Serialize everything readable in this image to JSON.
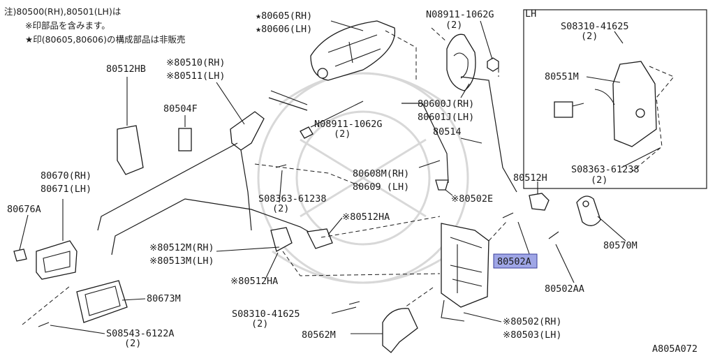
{
  "notes": {
    "line1": "注)80500(RH),80501(LH)は",
    "line2": "※印部品を含みます。",
    "line3": "★印(80605,80606)の構成部品は非販売"
  },
  "labels": {
    "p80605": "★80605(RH)",
    "p80606": "★80606(LH)",
    "p08911_top": "N08911-1062G",
    "p08911_top_qty": "(2)",
    "lh_box": "LH",
    "p08310_top": "S08310-41625",
    "p08310_top_qty": "(2)",
    "p80551M": "80551M",
    "p08363_box": "S08363-61238",
    "p08363_box_qty": "(2)",
    "p80512HB": "80512HB",
    "p80510": "※80510(RH)",
    "p80511": "※80511(LH)",
    "p80504F": "80504F",
    "p08911_mid": "N08911-1062G",
    "p08911_mid_qty": "(2)",
    "p80600J": "80600J(RH)",
    "p80601J": "80601J(LH)",
    "p80514": "80514",
    "p80608M": "80608M(RH)",
    "p80609": "80609 (LH)",
    "p80512H": "80512H",
    "p80502E": "※80502E",
    "p80570M": "80570M",
    "p80670": "80670(RH)",
    "p80671": "80671(LH)",
    "p80676A": "80676A",
    "p08363_mid": "S08363-61238",
    "p08363_mid_qty": "(2)",
    "p80512HA_1": "※80512HA",
    "p80512M": "※80512M(RH)",
    "p80513M": "※80513M(LH)",
    "p80512HA_2": "※80512HA",
    "p80502A": "80502A",
    "p80502AA": "80502AA",
    "p80673M": "80673M",
    "p08310_bot": "S08310-41625",
    "p08310_bot_qty": "(2)",
    "p80502": "※80502(RH)",
    "p80503": "※80503(LH)",
    "p80562M": "80562M",
    "p08543": "S08543-6122A",
    "p08543_qty": "(2)",
    "diagram_id": "A805A072"
  }
}
